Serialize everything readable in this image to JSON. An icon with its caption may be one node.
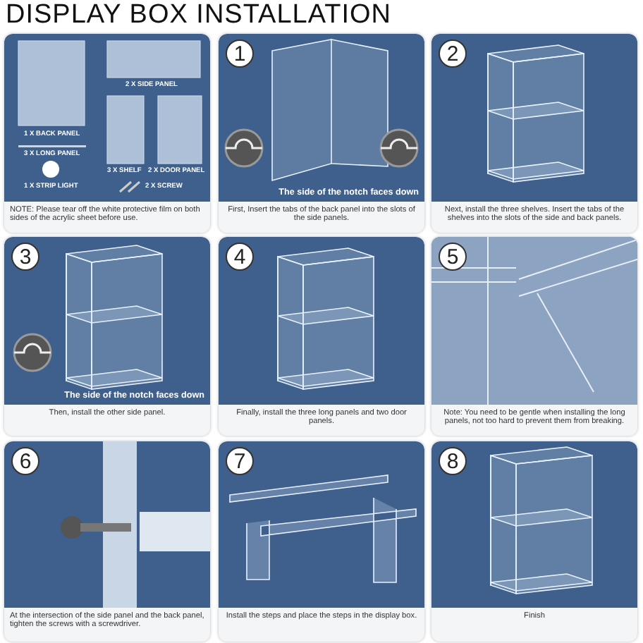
{
  "diagram": {
    "title": "DISPLAY BOX INSTALLATION",
    "nodes": [
      {
        "text": [
          "2 X SIDE PANEL",
          "1 X BACK PANEL",
          "3 X LONG PANEL",
          "3 X SHELF",
          "2 X DOOR PANEL",
          "1 X STRIP LIGHT",
          "2 X SCREW",
          "NOTE: Please tear off the white protective film on both sides of the acrylic sheet before use."
        ]
      },
      {
        "text": [
          "1",
          "The side of the notch faces down",
          "First, Insert the tabs of the back panel into the slots of the side panels."
        ]
      },
      {
        "text": [
          "2",
          "Next, install the three shelves. Insert the tabs of the shelves into the slots of the side and back panels."
        ]
      },
      {
        "text": [
          "3",
          "The side of the notch faces down",
          "Then, install the other side panel."
        ]
      },
      {
        "text": [
          "4",
          "Finally, install the three long panels and two door panels."
        ]
      },
      {
        "text": [
          "5",
          "Note: You need to be gentle when installing the long panels, not too hard to prevent them from breaking."
        ]
      },
      {
        "text": [
          "6",
          "At the intersection of the side panel and the back panel, tighten the screws with a screwdriver."
        ]
      },
      {
        "text": [
          "7",
          "Install the steps and place the steps in the display box."
        ]
      },
      {
        "text": [
          "8",
          "Finish"
        ]
      }
    ]
  }
}
